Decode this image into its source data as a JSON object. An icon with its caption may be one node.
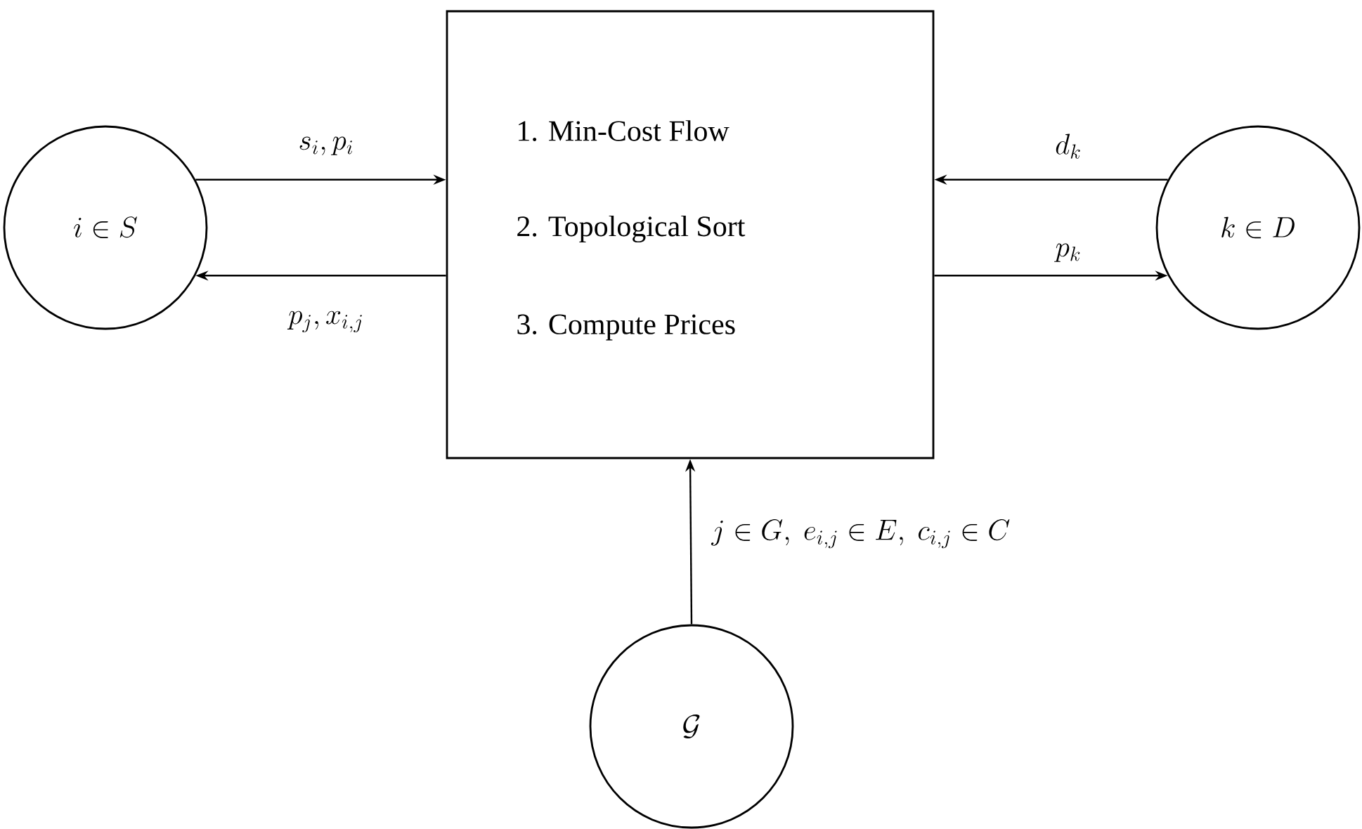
{
  "diagram": {
    "nodes": [
      {
        "text": [
          "i \\in S"
        ]
      },
      {
        "text": [
          "1. Min-Cost Flow",
          "2. Topological Sort",
          "3. Compute Prices"
        ]
      },
      {
        "text": [
          "k \\in D"
        ]
      },
      {
        "text": [
          "\\mathcal{G}"
        ]
      }
    ],
    "edges": [
      {
        "from": 0,
        "to": 1,
        "arrow": "to",
        "label": "s_i, p_i"
      },
      {
        "from": 1,
        "to": 0,
        "arrow": "to",
        "label": "p_j, x_{i,j}"
      },
      {
        "from": 2,
        "to": 1,
        "arrow": "to",
        "label": "d_k"
      },
      {
        "from": 1,
        "to": 2,
        "arrow": "to",
        "label": "p_k"
      },
      {
        "from": 3,
        "to": 1,
        "arrow": "to",
        "label": "j \\in G,\\ e_{i,j} \\in E,\\ c_{i,j} \\in C"
      }
    ]
  }
}
